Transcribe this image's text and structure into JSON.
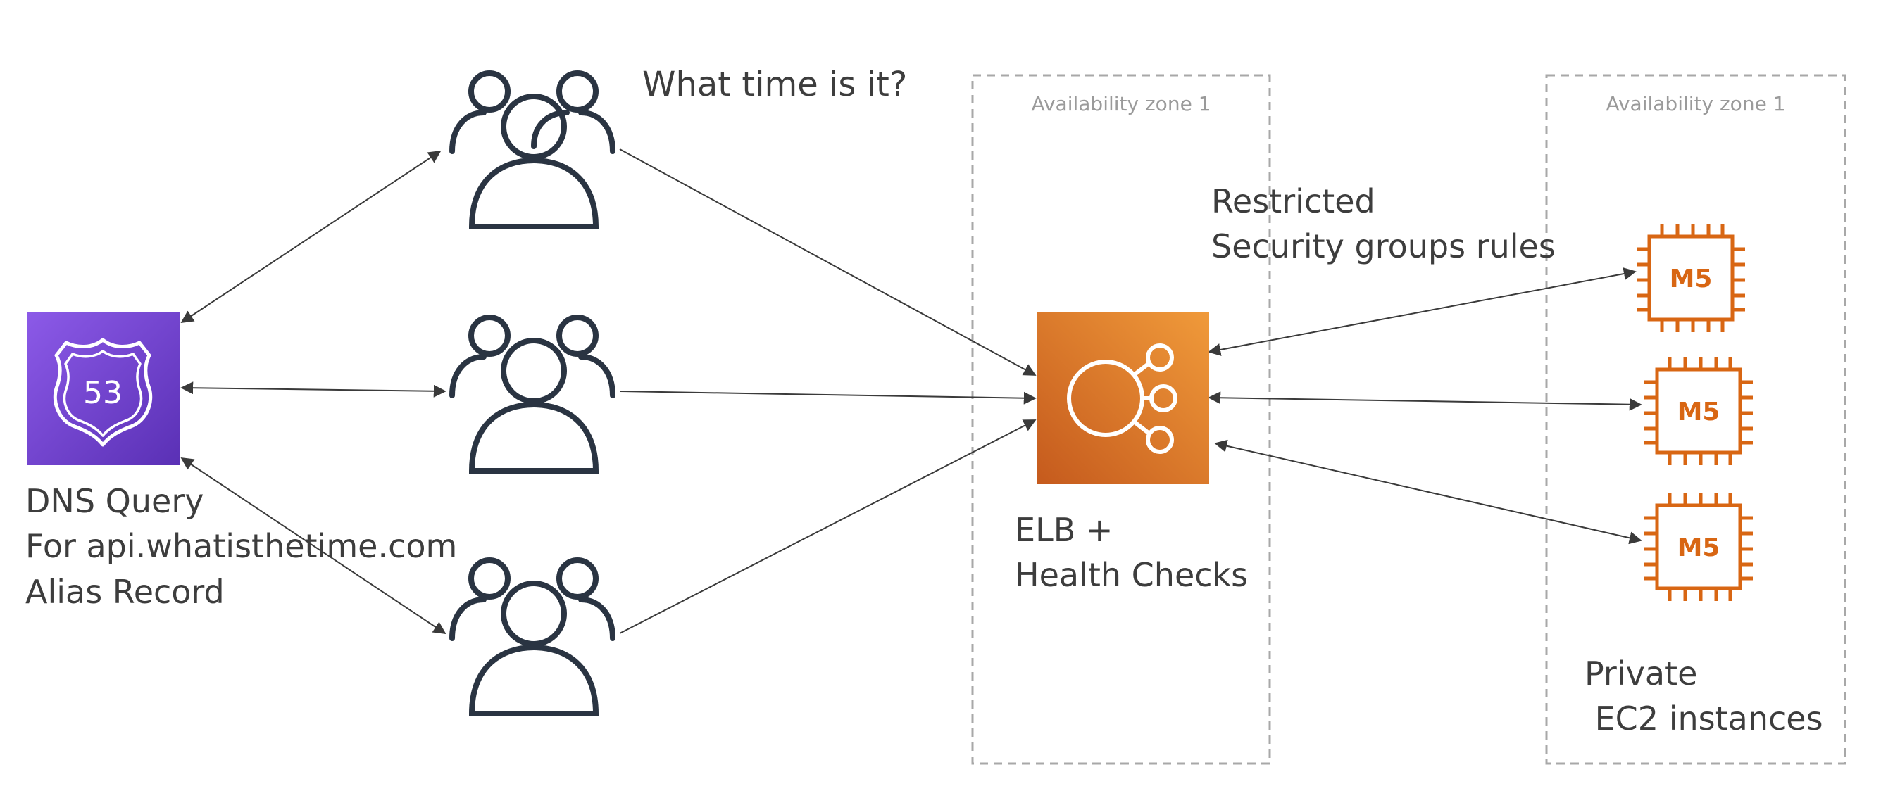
{
  "route53": {
    "icon": "route53-shield-icon",
    "shield_number": "53",
    "color_top": "#8c5ae8",
    "color_bottom": "#5a30b5",
    "label_lines": [
      "DNS Query",
      "For api.whatisthetime.com",
      "Alias Record"
    ]
  },
  "clients": {
    "question": "What time is it?",
    "icon": "users-group-icon",
    "count": 3
  },
  "zones": [
    {
      "label": "Availability zone 1"
    },
    {
      "label": "Availability zone 1"
    }
  ],
  "elb": {
    "icon": "load-balancer-icon",
    "color_top": "#f09a3a",
    "color_bottom": "#c55a1d",
    "label_lines": [
      "ELB +",
      "Health Checks"
    ]
  },
  "security_note": {
    "lines": [
      "Restricted",
      "Security groups rules"
    ]
  },
  "instances": {
    "icon": "ec2-chip-icon",
    "chip_label": "M5",
    "color": "#d86613",
    "count": 3,
    "label_lines": [
      "Private",
      " EC2 instances"
    ]
  }
}
